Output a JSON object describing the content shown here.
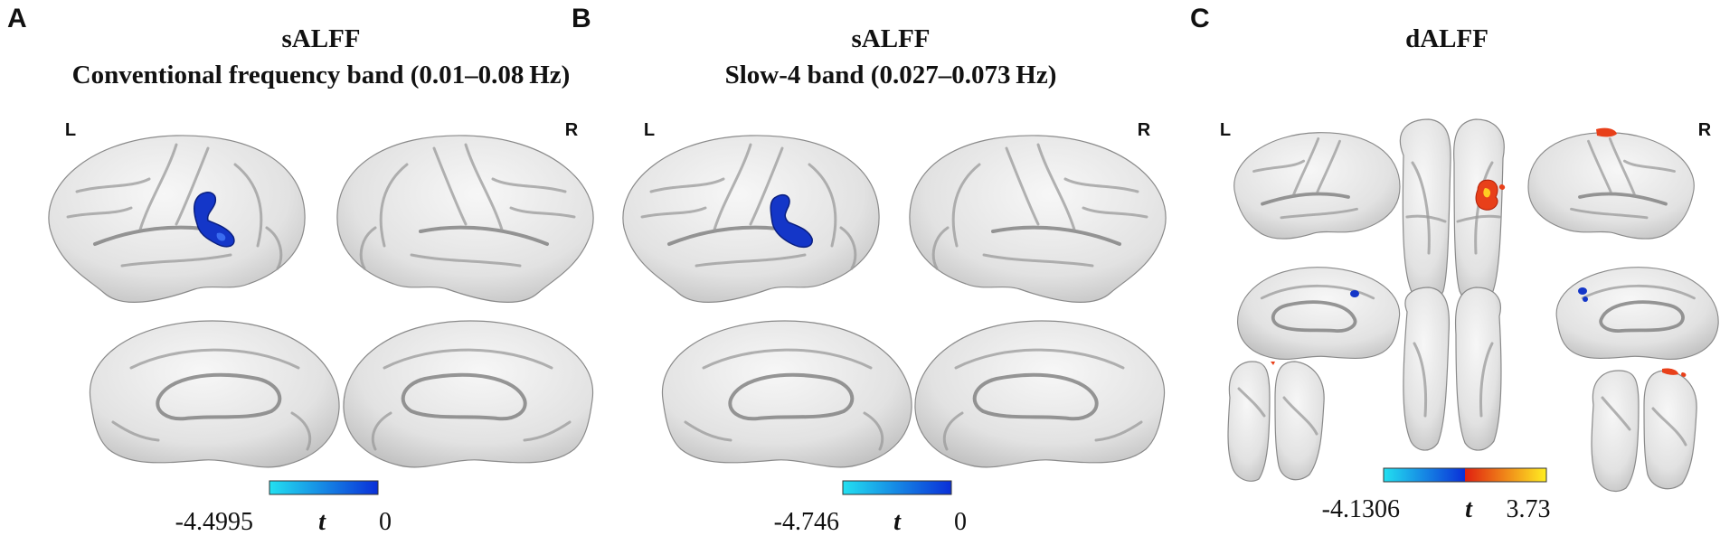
{
  "panels": [
    {
      "letter": "A",
      "title_line1": "sALFF",
      "title_line2": "Conventional frequency band (0.01–0.08 Hz)",
      "left_label": "L",
      "right_label": "R",
      "colorbar": {
        "min": "-4.4995",
        "var": "t",
        "max": "0",
        "colors": [
          "#22e0f0",
          "#0a2fd8"
        ]
      }
    },
    {
      "letter": "B",
      "title_line1": "sALFF",
      "title_line2": "Slow-4 band (0.027–0.073 Hz)",
      "left_label": "L",
      "right_label": "R",
      "colorbar": {
        "min": "-4.746",
        "var": "t",
        "max": "0",
        "colors": [
          "#22e0f0",
          "#0a2fd8"
        ]
      }
    },
    {
      "letter": "C",
      "title_line1": "dALFF",
      "left_label": "L",
      "right_label": "R",
      "colorbar": {
        "min": "-4.1306",
        "var": "t",
        "max": "3.73",
        "colors": [
          "#22e0f0",
          "#0a2fd8",
          "#e02010",
          "#ffee22"
        ]
      }
    }
  ],
  "colors": {
    "cortex_light": "#f4f4f4",
    "cortex_dark": "#c4c4c4",
    "negative_blob": "#1436c8",
    "positive_blob": "#e8401a"
  }
}
